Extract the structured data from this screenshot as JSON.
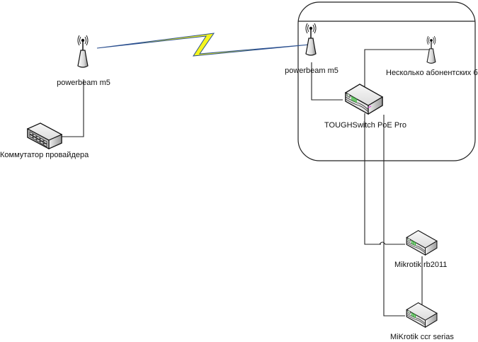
{
  "diagram": {
    "nodes": {
      "left_antenna": {
        "label": "powerbeam m5",
        "icon": "antenna-icon"
      },
      "provider_switch": {
        "label": "Коммутатор провайдера",
        "icon": "switch-icon"
      },
      "right_antenna": {
        "label": "powerbeam m5",
        "icon": "antenna-icon"
      },
      "subscriber_bs": {
        "label": "Несколько абонентских бс",
        "icon": "antenna-icon"
      },
      "toughswitch": {
        "label": "TOUGHSwitch PoE Pro",
        "icon": "router-icon"
      },
      "mikrotik_rb2011": {
        "label": "Mikrotik rb2011",
        "icon": "router-icon"
      },
      "mikrotik_ccr": {
        "label": "MiKrotik ccr serias",
        "icon": "router-icon"
      }
    },
    "links": [
      {
        "from": "left_antenna",
        "to": "right_antenna",
        "type": "wireless"
      },
      {
        "from": "left_antenna",
        "to": "provider_switch",
        "type": "wired"
      },
      {
        "from": "right_antenna",
        "to": "toughswitch",
        "type": "wired"
      },
      {
        "from": "toughswitch",
        "to": "subscriber_bs",
        "type": "wired"
      },
      {
        "from": "toughswitch",
        "to": "mikrotik_rb2011",
        "type": "wired"
      },
      {
        "from": "toughswitch",
        "to": "mikrotik_ccr",
        "type": "wired"
      },
      {
        "from": "mikrotik_rb2011",
        "to": "mikrotik_ccr",
        "type": "wired"
      }
    ],
    "colors": {
      "wireless_bolt": "#f5f51e",
      "wireless_line": "#2a4f8f",
      "port_leds": "#2db52d",
      "accent_port": "#e040e0"
    }
  }
}
